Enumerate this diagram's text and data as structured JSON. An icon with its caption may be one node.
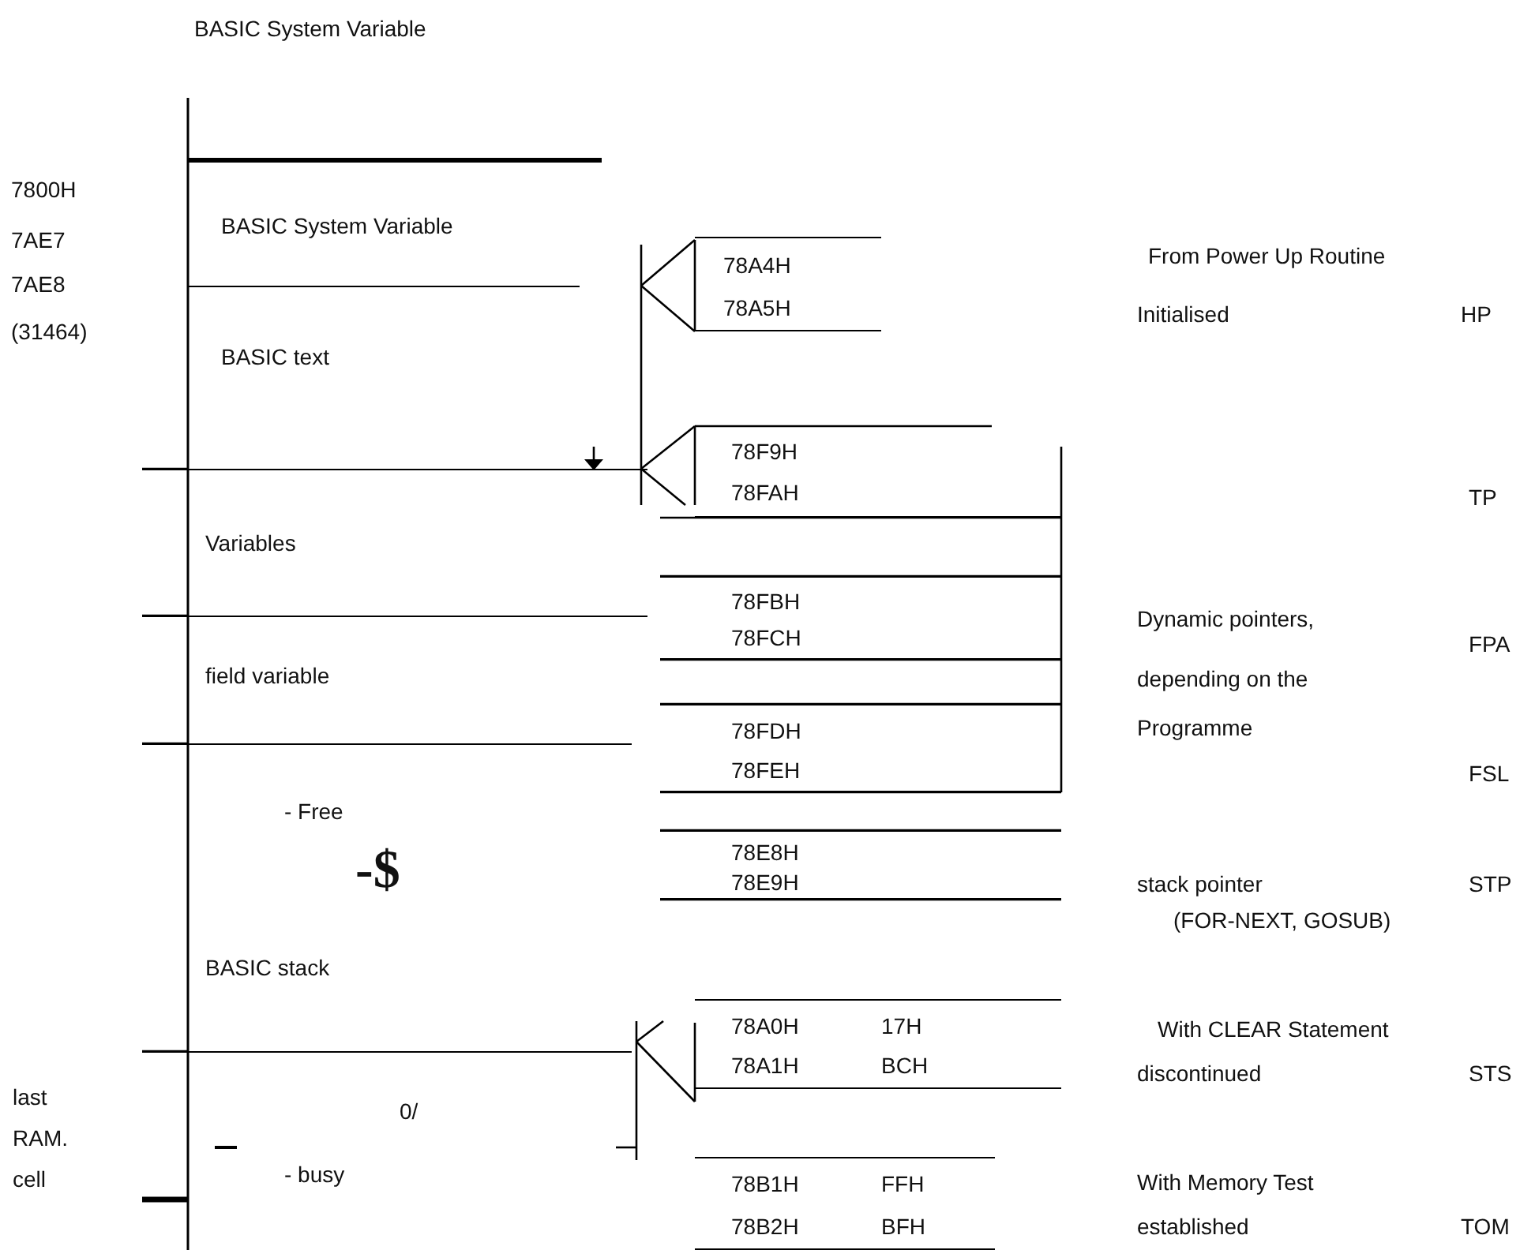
{
  "diagram": {
    "title": "BASIC System Variable",
    "nodes": [
      {
        "text": [
          "BASIC System Variable"
        ]
      },
      {
        "text": [
          "BASIC text"
        ]
      },
      {
        "text": [
          "Variables"
        ]
      },
      {
        "text": [
          "field variable"
        ]
      },
      {
        "text": [
          "- Free",
          "-$",
          "BASIC stack"
        ]
      },
      {
        "text": [
          "0/",
          "- busy"
        ]
      },
      {
        "text": [
          "78A4H",
          "78A5H"
        ]
      },
      {
        "text": [
          "78F9H",
          "78FAH"
        ]
      },
      {
        "text": [
          "78FBH",
          "78FCH"
        ]
      },
      {
        "text": [
          "78FDH",
          "78FEH"
        ]
      },
      {
        "text": [
          "78E8H",
          "78E9H"
        ]
      },
      {
        "text": [
          "78A0H",
          "17H",
          "78A1H",
          "BCH"
        ]
      },
      {
        "text": [
          "78B1H",
          "FFH",
          "78B2H",
          "BFH"
        ]
      }
    ],
    "edges": [],
    "labels": [
      "7800H",
      "7AE7",
      "7AE8",
      "(31464)",
      "From Power Up Routine",
      "Initialised",
      "HP",
      "TP",
      "Dynamic pointers,",
      "FPA",
      "depending on the",
      "Programme",
      "FSL",
      "stack pointer",
      "STP",
      "(FOR-NEXT, GOSUB)",
      "With CLEAR Statement",
      "discontinued",
      "STS",
      "last RAM. cell",
      "With Memory Test",
      "established",
      "TOM"
    ]
  }
}
